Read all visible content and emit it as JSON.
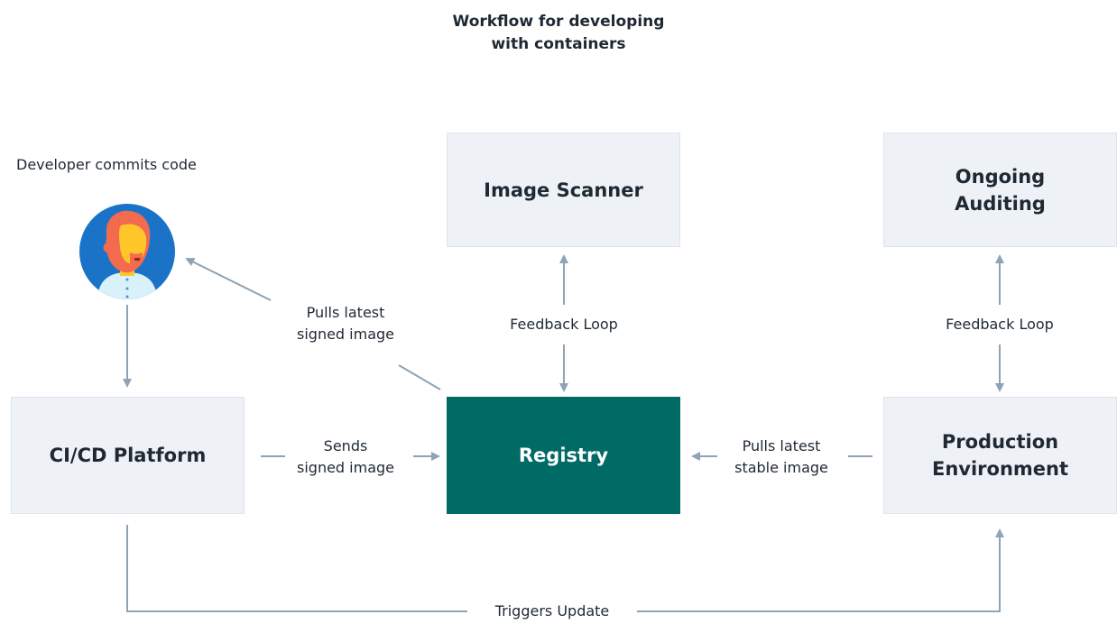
{
  "title": {
    "line1": "Workflow for developing",
    "line2": "with containers"
  },
  "nodes": {
    "developer": {
      "label": "Developer commits code"
    },
    "cicd": {
      "label": "CI/CD Platform"
    },
    "registry": {
      "label": "Registry"
    },
    "scanner": {
      "label": "Image Scanner"
    },
    "auditing": {
      "line1": "Ongoing",
      "line2": "Auditing"
    },
    "production": {
      "line1": "Production",
      "line2": "Environment"
    }
  },
  "edges": {
    "pulls_signed": {
      "line1": "Pulls latest",
      "line2": "signed image"
    },
    "sends_signed": {
      "line1": "Sends",
      "line2": "signed image"
    },
    "feedback_scanner": {
      "label": "Feedback Loop"
    },
    "feedback_auditing": {
      "label": "Feedback Loop"
    },
    "pulls_stable": {
      "line1": "Pulls latest",
      "line2": "stable image"
    },
    "triggers": {
      "label": "Triggers Update"
    }
  },
  "colors": {
    "registry": "#006a65",
    "box": "#eef2f6",
    "connector": "#8ea3b5",
    "avatar_bg": "#1a73c7",
    "avatar_hair": "#f26b4f",
    "avatar_skin": "#ffc629"
  }
}
